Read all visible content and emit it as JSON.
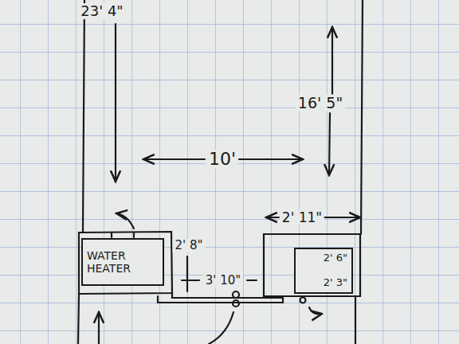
{
  "diagram": {
    "nodes": [
      {
        "text": [
          "WATER HEATER"
        ]
      },
      {
        "text": [
          "2' 6\"",
          "2' 3\""
        ]
      }
    ],
    "labels": [
      "23' 4\"",
      "16' 5\"",
      "10'",
      "2' 11\"",
      "2' 8\"",
      "3' 10\""
    ]
  }
}
